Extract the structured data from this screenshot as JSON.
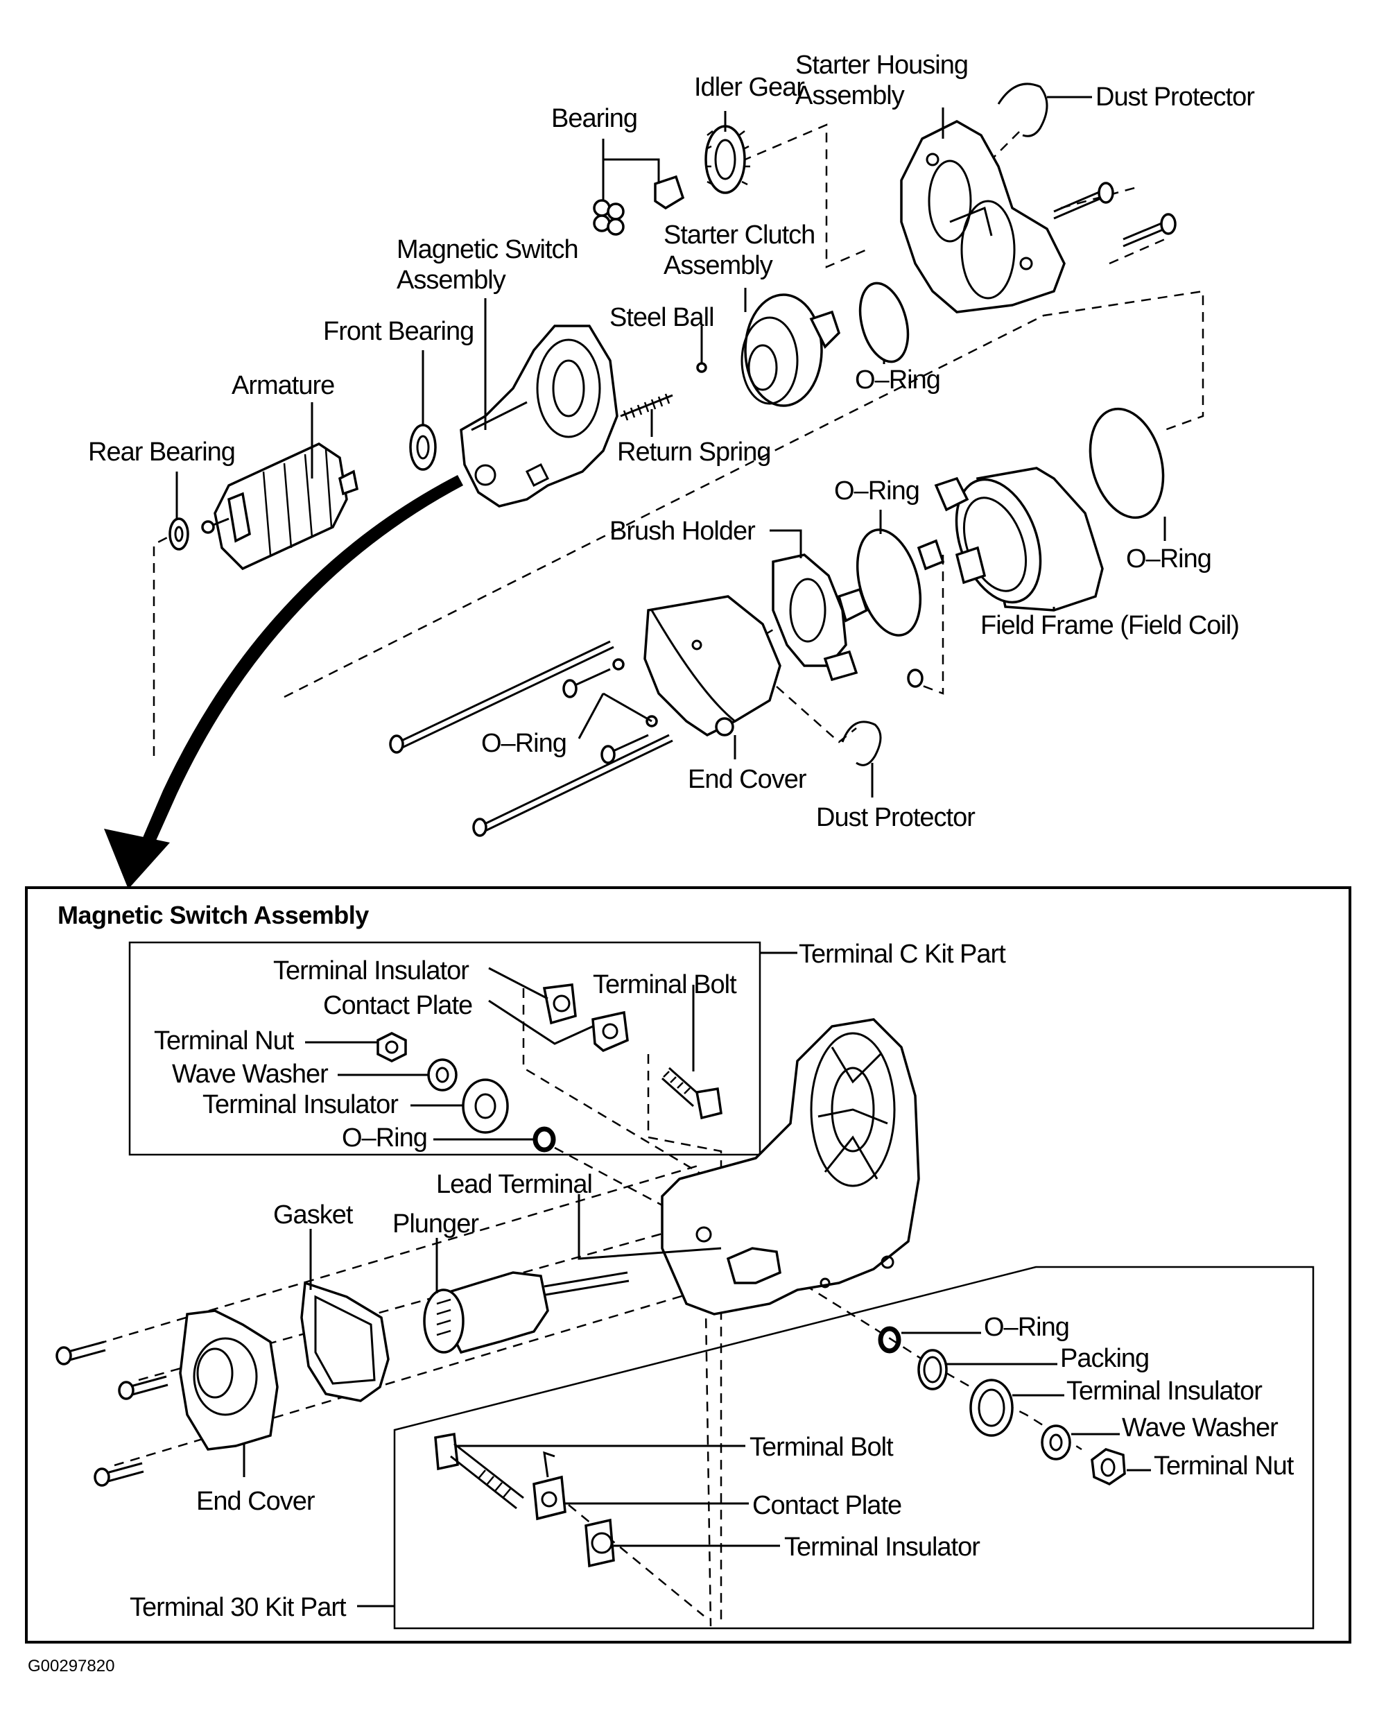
{
  "diagram": {
    "title": "Starter Exploded View",
    "figure_id": "G00297820",
    "colors": {
      "ink": "#000000",
      "paper": "#ffffff"
    },
    "upper_labels": {
      "starter_housing_1": "Starter Housing",
      "starter_housing_2": "Assembly",
      "idler_gear": "Idler Gear",
      "dust_protector_top": "Dust Protector",
      "bearing": "Bearing",
      "magnetic_switch_1": "Magnetic Switch",
      "magnetic_switch_2": "Assembly",
      "starter_clutch_1": "Starter Clutch",
      "starter_clutch_2": "Assembly",
      "front_bearing": "Front Bearing",
      "steel_ball": "Steel Ball",
      "o_ring_clutch": "O–Ring",
      "armature": "Armature",
      "rear_bearing": "Rear Bearing",
      "return_spring": "Return Spring",
      "o_ring_brush": "O–Ring",
      "brush_holder": "Brush Holder",
      "o_ring_field": "O–Ring",
      "field_frame": "Field Frame (Field Coil)",
      "o_ring_endcover": "O–Ring",
      "end_cover": "End Cover",
      "dust_protector_bottom": "Dust Protector"
    },
    "inset": {
      "title": "Magnetic Switch Assembly",
      "terminal_c_kit": {
        "label": "Terminal C Kit Part",
        "parts": {
          "terminal_insulator_1": "Terminal Insulator",
          "terminal_bolt": "Terminal Bolt",
          "contact_plate": "Contact Plate",
          "terminal_nut": "Terminal Nut",
          "wave_washer": "Wave Washer",
          "terminal_insulator_2": "Terminal Insulator",
          "o_ring": "O–Ring"
        }
      },
      "body_parts": {
        "lead_terminal": "Lead Terminal",
        "gasket": "Gasket",
        "plunger": "Plunger",
        "end_cover": "End Cover"
      },
      "terminal_30_side": {
        "o_ring": "O–Ring",
        "packing": "Packing",
        "terminal_insulator": "Terminal Insulator",
        "wave_washer": "Wave Washer",
        "terminal_nut": "Terminal Nut"
      },
      "terminal_30_kit": {
        "label": "Terminal 30 Kit Part",
        "parts": {
          "terminal_bolt": "Terminal Bolt",
          "contact_plate": "Contact Plate",
          "terminal_insulator": "Terminal Insulator"
        }
      }
    }
  }
}
